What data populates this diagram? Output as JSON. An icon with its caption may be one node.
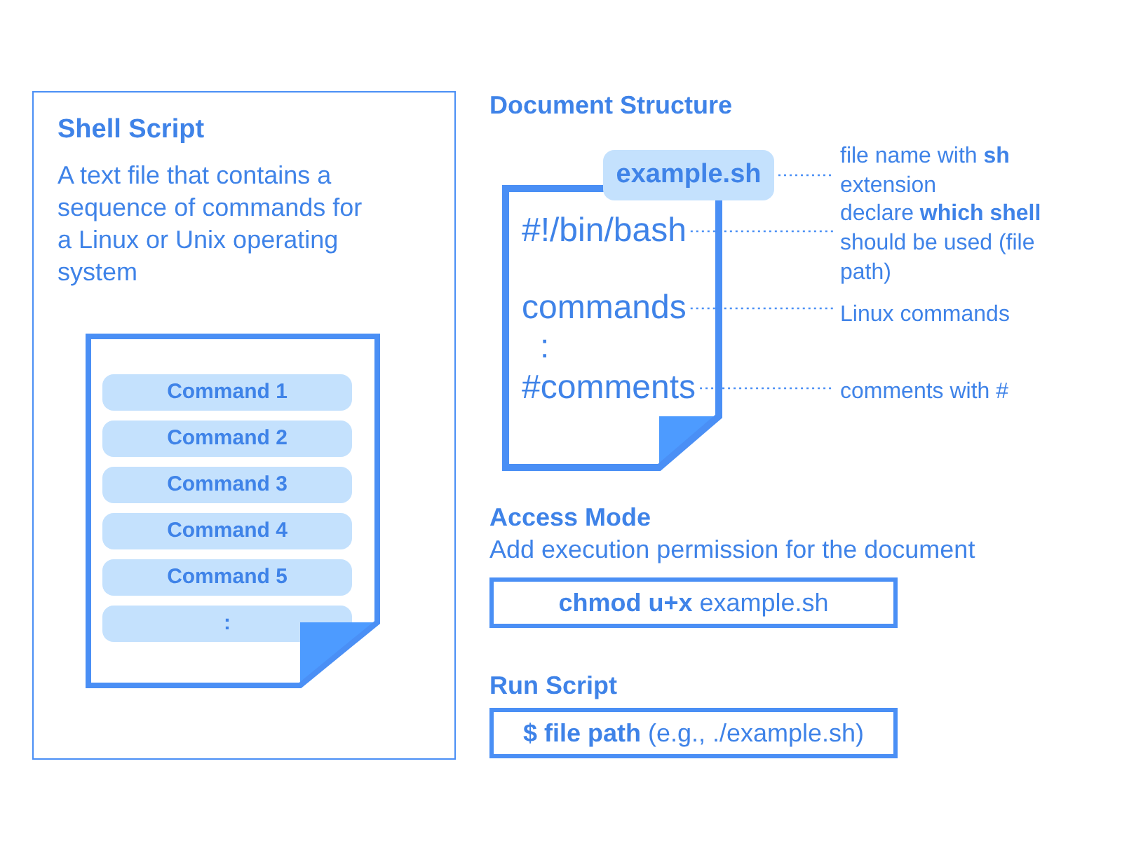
{
  "diagram": {
    "nodes": [
      {
        "text": [
          "Shell Script",
          "A text file that contains a sequence of commands for a Linux or Unix operating system"
        ]
      },
      {
        "text": [],
        "shape": "document",
        "in": 0
      },
      {
        "text": [
          "Command 1"
        ],
        "in": 1
      },
      {
        "text": [
          "Command 2"
        ],
        "in": 1
      },
      {
        "text": [
          "Command 3"
        ],
        "in": 1
      },
      {
        "text": [
          "Command 4"
        ],
        "in": 1
      },
      {
        "text": [
          "Command 5"
        ],
        "in": 1
      },
      {
        "text": [
          ":"
        ],
        "in": 1
      },
      {
        "text": [
          "example.sh"
        ]
      },
      {
        "text": [],
        "shape": "document"
      },
      {
        "text": [
          "#!/bin/bash"
        ],
        "in": 9
      },
      {
        "text": [
          "commands"
        ],
        "in": 9
      },
      {
        "text": [
          "#comments"
        ],
        "in": 9
      },
      {
        "text": [
          "file name with **sh** extension"
        ]
      },
      {
        "text": [
          "declare **which shell** should be used (file path)"
        ]
      },
      {
        "text": [
          "Linux commands"
        ]
      },
      {
        "text": [
          "comments with #"
        ]
      },
      {
        "text": [
          "**chmod u+x** example.sh"
        ]
      },
      {
        "text": [
          "**$ file path** (e.g., ./example.sh)"
        ]
      }
    ],
    "edges": [
      {
        "from": 8,
        "to": 13,
        "arrow": "none",
        "style": "dashed"
      },
      {
        "from": 10,
        "to": 14,
        "arrow": "none",
        "style": "dashed"
      },
      {
        "from": 11,
        "to": 15,
        "arrow": "none",
        "style": "dashed"
      },
      {
        "from": 12,
        "to": 16,
        "arrow": "none",
        "style": "dashed"
      }
    ],
    "labels": [
      "Document Structure",
      ":",
      "Access Mode",
      "Add execution permission for the document",
      "Run Script"
    ]
  }
}
